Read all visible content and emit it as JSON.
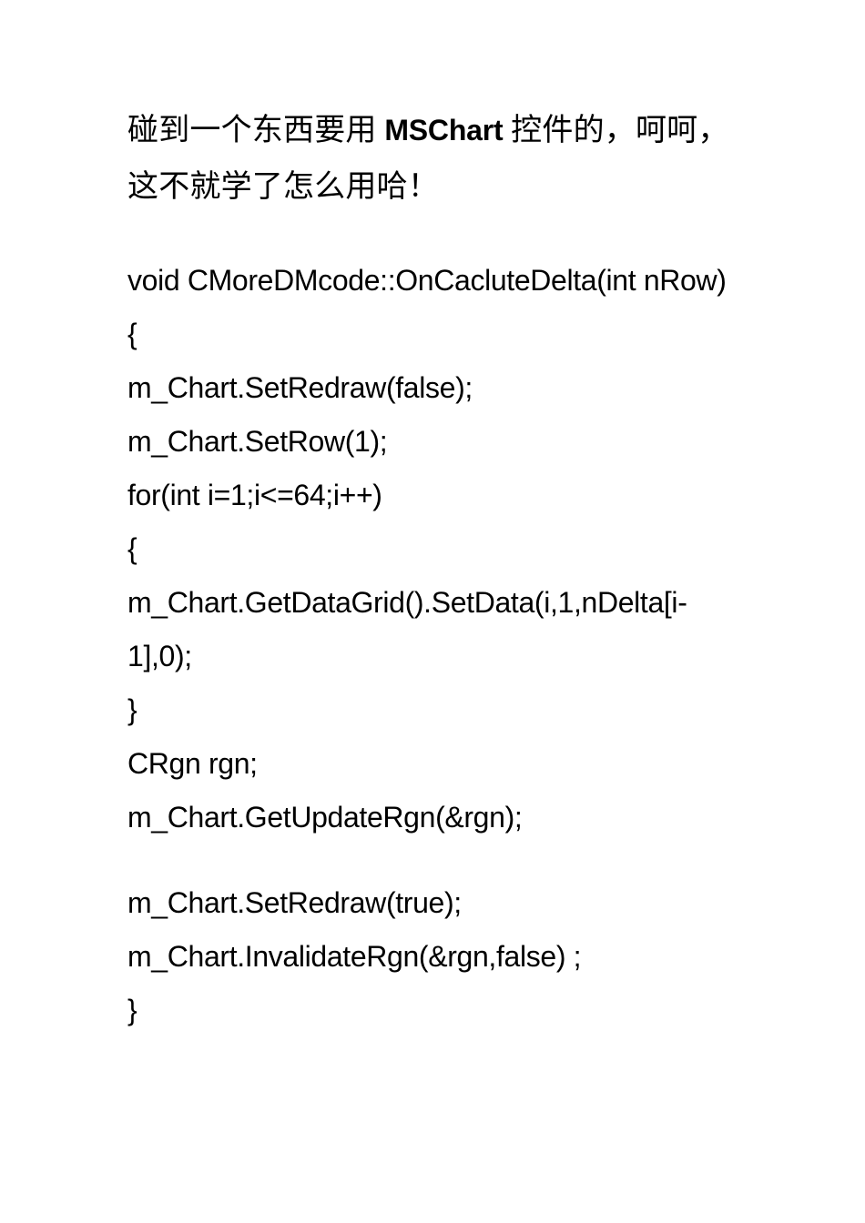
{
  "document": {
    "background_color": "#ffffff",
    "text_color": "#000000",
    "intro": {
      "segment_1": "碰到一个东西要用 ",
      "segment_bold": "MSChart",
      "segment_2": " 控件的，呵呵，这不就学了怎么用哈！"
    },
    "code": {
      "language": "cpp",
      "lines": [
        {
          "text": "void CMoreDMcode::OnCacluteDelta(int nRow)",
          "gap_before": false
        },
        {
          "text": "{",
          "gap_before": false
        },
        {
          "text": "m_Chart.SetRedraw(false);",
          "gap_before": false
        },
        {
          "text": "m_Chart.SetRow(1);",
          "gap_before": false
        },
        {
          "text": "for(int i=1;i<=64;i++)",
          "gap_before": false
        },
        {
          "text": "{",
          "gap_before": false
        },
        {
          "text": "m_Chart.GetDataGrid().SetData(i,1,nDelta[i-1],0);",
          "gap_before": false
        },
        {
          "text": "}",
          "gap_before": false
        },
        {
          "text": "CRgn rgn;",
          "gap_before": false
        },
        {
          "text": "m_Chart.GetUpdateRgn(&rgn);",
          "gap_before": false
        },
        {
          "text": "m_Chart.SetRedraw(true);",
          "gap_before": true
        },
        {
          "text": "m_Chart.InvalidateRgn(&rgn,false) ;",
          "gap_before": false
        },
        {
          "text": "}",
          "gap_before": false
        }
      ]
    }
  }
}
